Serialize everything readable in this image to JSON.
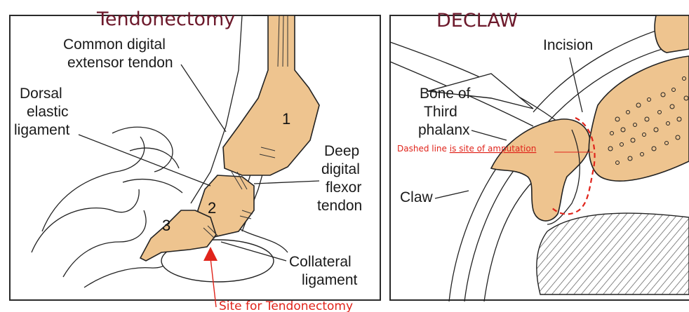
{
  "left_panel": {
    "title": "Tendonectomy",
    "labels": {
      "extensor_line1": "Common digital",
      "extensor_line2": "extensor tendon",
      "dorsal_line1": "Dorsal",
      "dorsal_line2": "elastic",
      "dorsal_line3": "ligament",
      "flexor_line1": "Deep",
      "flexor_line2": "digital",
      "flexor_line3": "flexor",
      "flexor_line4": "tendon",
      "collateral_line1": "Collateral",
      "collateral_line2": "ligament"
    },
    "bone_numbers": [
      "1",
      "2",
      "3"
    ]
  },
  "right_panel": {
    "title": "DECLAW",
    "labels": {
      "incision": "Incision",
      "bone_line1": "Bone of",
      "bone_line2": "Third",
      "bone_line3": "phalanx",
      "claw": "Claw"
    }
  },
  "annotations": {
    "amputation_note_prefix": "Dashed line ",
    "amputation_note_underlined": "is site of amputation",
    "tendonectomy_site": "Site for Tendonectomy"
  },
  "colors": {
    "title": "#6d1a2c",
    "bone": "#eec48f",
    "annotation": "#e0241b"
  }
}
